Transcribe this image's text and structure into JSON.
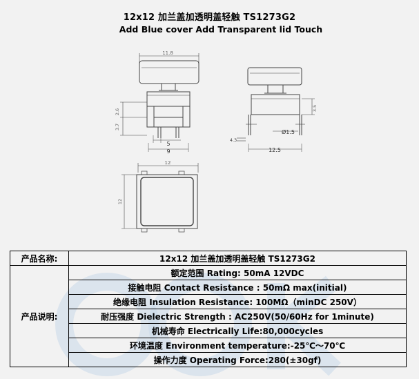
{
  "title": "12x12 加兰盖加透明盖轻触 TS1273G2",
  "subtitle": "Add Blue cover Add Transparent lid Touch",
  "dims": {
    "front_width": "11.8",
    "front_h1": "2.6",
    "front_h2": "3.7",
    "front_pitch": "5",
    "front_base": "9",
    "side_d1": "4.3",
    "side_phi": "Ø1.5",
    "side_w": "12.5",
    "side_h": "3.5",
    "top_w": "12",
    "top_h": "12"
  },
  "table": {
    "name_label": "产品名称:",
    "name_value": "12x12 加兰盖加透明盖轻触 TS1273G2",
    "desc_label": "产品说明:",
    "rows": [
      "额定范围 Rating: 50mA 12VDC",
      "接触电阻 Contact Resistance : 50mΩ max(initial)",
      "绝缘电阻 Insulation Resistance: 100MΩ（minDC 250V）",
      "耐压强度 Dielectric Strength : AC250V(50/60Hz for 1minute)",
      "机械寿命 Electrically Life:80,000cycles",
      "环境温度 Environment temperature:-25℃～70℃",
      "操作力度 Operating Force:280(±30gf)"
    ]
  }
}
